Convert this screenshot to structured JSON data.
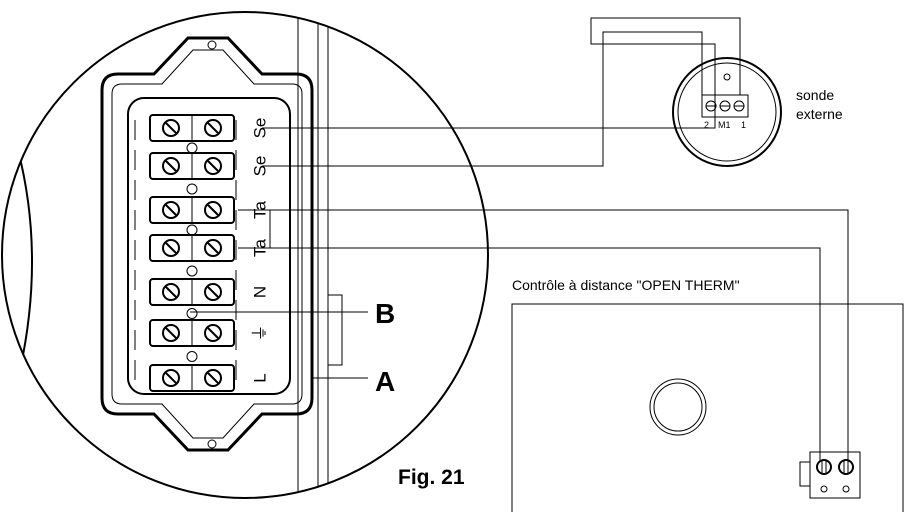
{
  "terminal_block": {
    "terminals": [
      {
        "id": "se1",
        "label": "Se"
      },
      {
        "id": "se2",
        "label": "Se"
      },
      {
        "id": "ta1",
        "label": "Ta"
      },
      {
        "id": "ta2",
        "label": "Ta"
      },
      {
        "id": "n",
        "label": "N"
      },
      {
        "id": "earth",
        "label": "⏚"
      },
      {
        "id": "l",
        "label": "L"
      }
    ]
  },
  "callouts": {
    "b": "B",
    "a": "A"
  },
  "figure_label": "Fig. 21",
  "sensor": {
    "title_line1": "sonde",
    "title_line2": "externe",
    "pin_labels": [
      "2",
      "M1",
      "1"
    ]
  },
  "remote": {
    "title": "Contrôle à distance \"OPEN THERM\""
  }
}
